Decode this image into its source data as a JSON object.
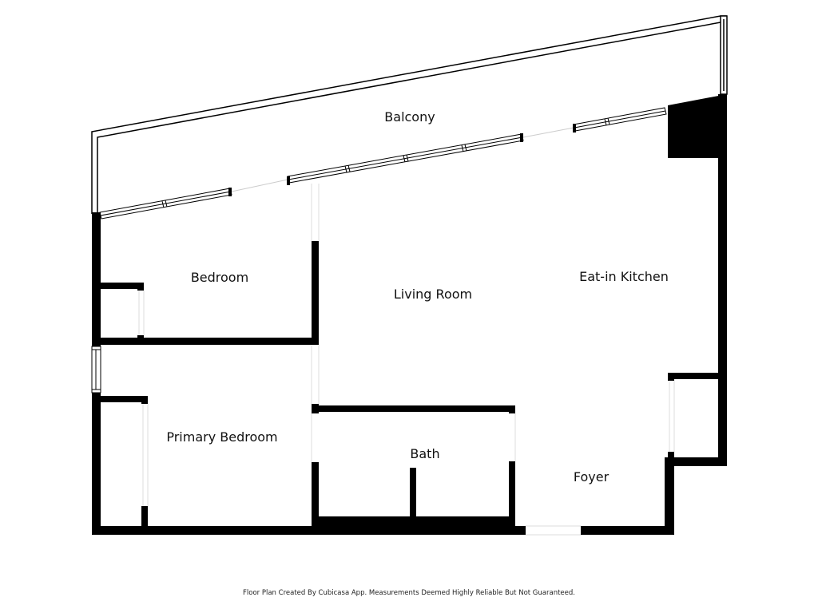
{
  "floor_plan": {
    "rooms": [
      {
        "id": "balcony",
        "label": "Balcony"
      },
      {
        "id": "bedroom",
        "label": "Bedroom"
      },
      {
        "id": "living-room",
        "label": "Living Room"
      },
      {
        "id": "eat-in-kitchen",
        "label": "Eat-in Kitchen"
      },
      {
        "id": "primary-bedroom",
        "label": "Primary Bedroom"
      },
      {
        "id": "bath",
        "label": "Bath"
      },
      {
        "id": "foyer",
        "label": "Foyer"
      }
    ],
    "footer": "Floor Plan Created By Cubicasa App. Measurements Deemed Highly Reliable But Not Guaranteed."
  },
  "colors": {
    "wall": "#000000",
    "background": "#ffffff",
    "outline": "#000000"
  }
}
